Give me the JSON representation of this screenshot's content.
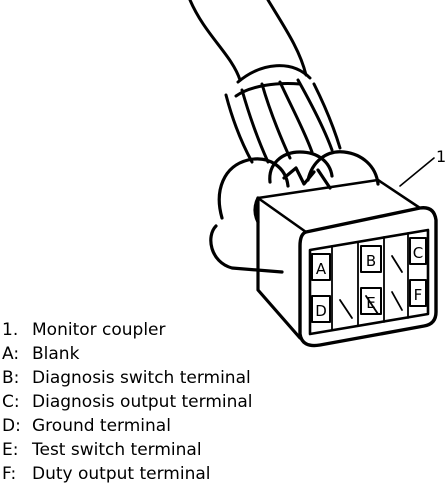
{
  "callout": {
    "number": "1"
  },
  "terminals": [
    {
      "letter": "A"
    },
    {
      "letter": "B"
    },
    {
      "letter": "C"
    },
    {
      "letter": "D"
    },
    {
      "letter": "E"
    },
    {
      "letter": "F"
    }
  ],
  "legend": [
    {
      "key": "1.",
      "text": "Monitor coupler"
    },
    {
      "key": "A:",
      "text": "Blank"
    },
    {
      "key": "B:",
      "text": "Diagnosis switch terminal"
    },
    {
      "key": "C:",
      "text": "Diagnosis output terminal"
    },
    {
      "key": "D:",
      "text": "Ground terminal"
    },
    {
      "key": "E:",
      "text": "Test switch terminal"
    },
    {
      "key": "F:",
      "text": "Duty output terminal"
    }
  ]
}
